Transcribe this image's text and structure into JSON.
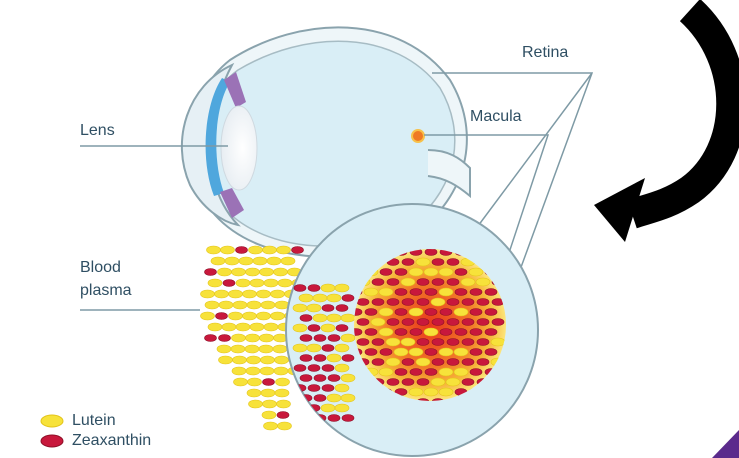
{
  "labels": {
    "retina": "Retina",
    "macula": "Macula",
    "lens": "Lens",
    "blood_line1": "Blood",
    "blood_line2": "plasma"
  },
  "legend": [
    {
      "name": "Lutein",
      "color": "#f7e23a",
      "icon": "yellow-ellipse-icon"
    },
    {
      "name": "Zeaxanthin",
      "color": "#c8183c",
      "icon": "red-ellipse-icon"
    }
  ],
  "colors": {
    "eye_fill": "#d9eef6",
    "outline": "#8aa3ad",
    "macula_hot": "#ef5a24",
    "macula_glow": "#fce26a",
    "arrow": "#000000",
    "corner_accent": "#5b2a8c"
  }
}
